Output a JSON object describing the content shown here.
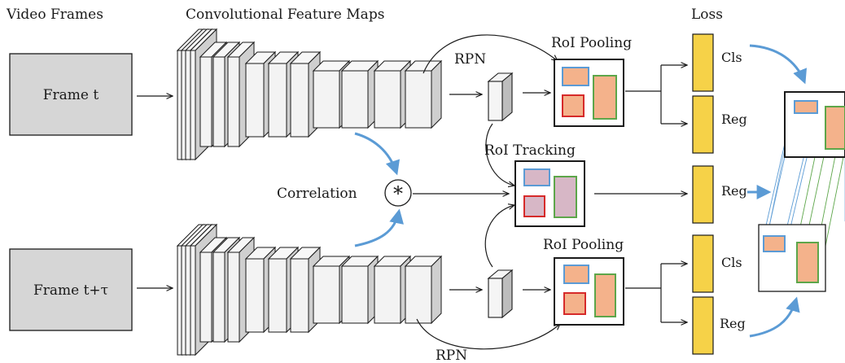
{
  "headers": {
    "video_frames": "Video Frames",
    "feature_maps": "Convolutional Feature Maps",
    "loss": "Loss"
  },
  "frames": {
    "top": "Frame t",
    "bottom": "Frame t+τ"
  },
  "labels": {
    "rpn_top": "RPN",
    "rpn_bottom": "RPN",
    "roi_pooling_top": "RoI Pooling",
    "roi_pooling_bottom": "RoI Pooling",
    "roi_tracking": "RoI Tracking",
    "correlation": "Correlation",
    "correlation_symbol": "*"
  },
  "loss_items": [
    "Cls",
    "Reg",
    "Reg",
    "Cls",
    "Reg"
  ],
  "colors": {
    "frame_fill": "#d6d6d6",
    "loss_bar": "#f6d248",
    "arrow_blue": "#5b9bd5",
    "box_blue": "#5b9bd5",
    "box_red": "#d62a2a",
    "box_green": "#5da64a",
    "box_fill": "#f4b28b"
  }
}
